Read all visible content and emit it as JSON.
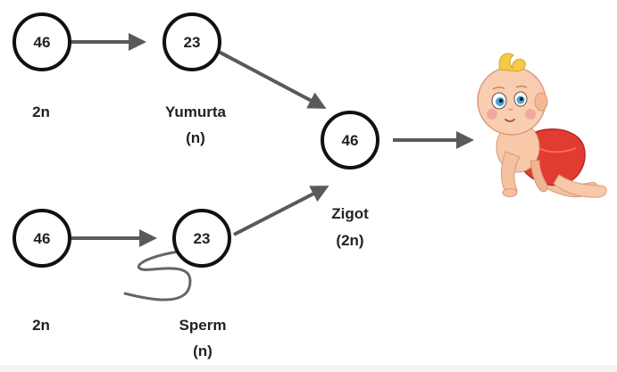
{
  "nodes": {
    "parent_top": "46",
    "egg": "23",
    "parent_bottom": "46",
    "sperm": "23",
    "zygote": "46"
  },
  "labels": {
    "parent_top_ploidy": "2n",
    "egg_name": "Yumurta",
    "egg_ploidy": "(n)",
    "parent_bottom_ploidy": "2n",
    "sperm_name": "Sperm",
    "sperm_ploidy": "(n)",
    "zygote_name": "Zigot",
    "zygote_ploidy": "(2n)"
  },
  "colors": {
    "arrow": "#5a5a5a",
    "circle_stroke": "#111111",
    "text": "#222222"
  },
  "icons": {
    "baby": "crawling-baby-illustration"
  }
}
